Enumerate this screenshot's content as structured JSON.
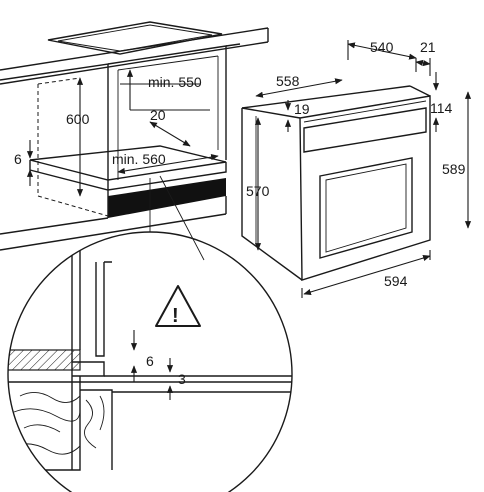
{
  "dimensions": {
    "cabinet_depth_min": "min. 550",
    "cabinet_width_min": "min. 560",
    "cabinet_height": "600",
    "rear_gap": "20",
    "floor_thickness": "6",
    "oven_depth": "540",
    "front_panel": "21",
    "oven_top_depth": "558",
    "top_offset": "19",
    "control_height": "114",
    "oven_height_total": "589",
    "oven_height_body": "570",
    "oven_width": "594",
    "detail_gap": "6",
    "detail_shelf": "3"
  },
  "warning_symbol": "!",
  "icons": {
    "warning": "warning-triangle-icon"
  },
  "colors": {
    "line": "#1a1a1a",
    "background": "#ffffff",
    "vent_strip": "#111111"
  }
}
